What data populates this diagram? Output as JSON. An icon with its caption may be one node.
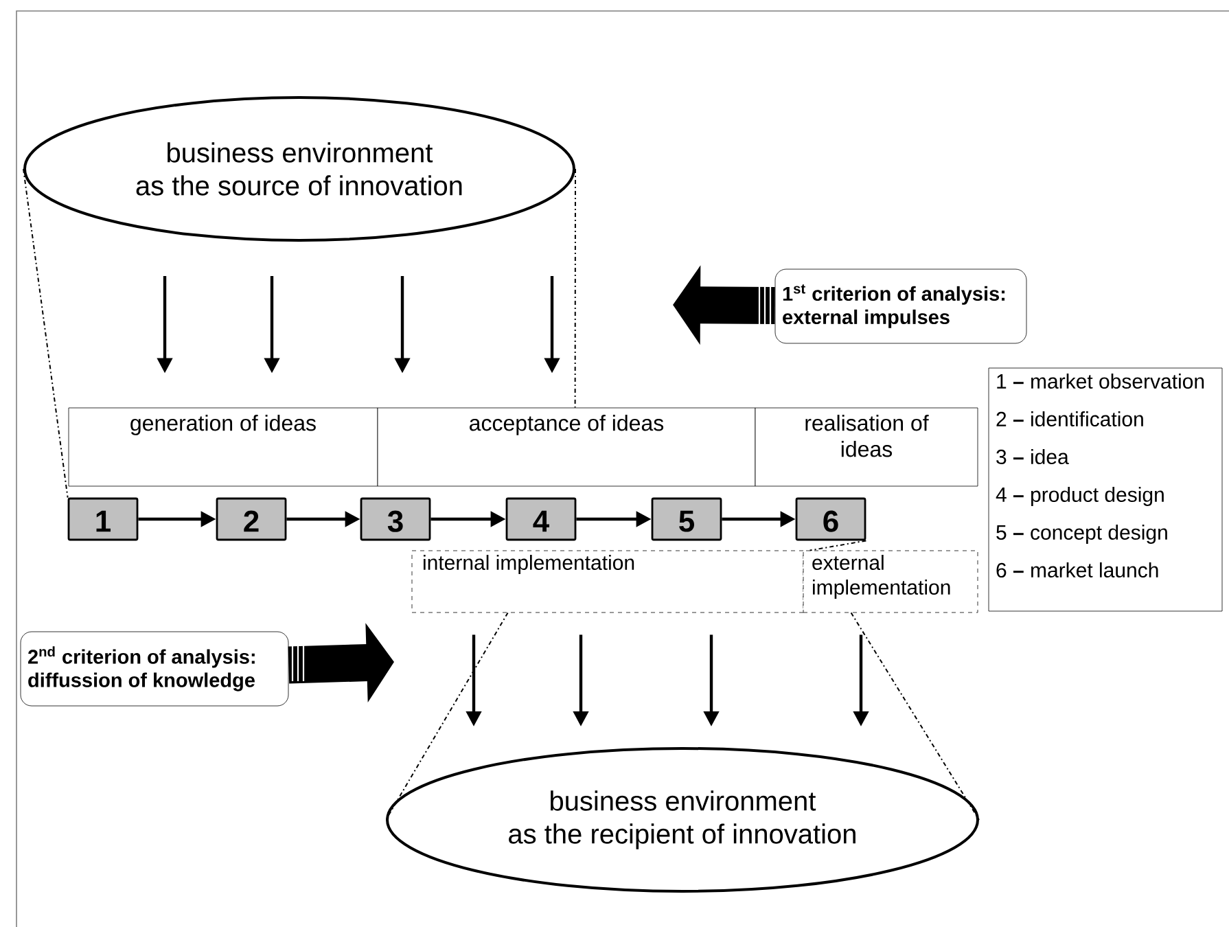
{
  "diagram": {
    "nodes": [
      {
        "text": [
          "business environment as the source of innovation"
        ]
      },
      {
        "text": [
          "1$^{st}$ criterion of analysis: external impulses"
        ]
      },
      {
        "text": [
          "generation of ideas"
        ]
      },
      {
        "text": [
          "acceptance of ideas"
        ]
      },
      {
        "text": [
          "realisation of ideas"
        ]
      },
      {
        "text": [
          "1"
        ]
      },
      {
        "text": [
          "2"
        ]
      },
      {
        "text": [
          "3"
        ]
      },
      {
        "text": [
          "4"
        ]
      },
      {
        "text": [
          "5"
        ]
      },
      {
        "text": [
          "6"
        ]
      },
      {
        "text": [
          "internal implementation"
        ]
      },
      {
        "text": [
          "external implementation"
        ]
      },
      {
        "text": [
          "1 **–** market observation",
          "2 **–** identification",
          "3 **–** idea",
          "4 **–** product design",
          "5 **–** concept design",
          "6 **–** market launch"
        ]
      },
      {
        "text": [
          "2$^{nd}$ criterion of analysis: diffussion of knowledge"
        ]
      },
      {
        "text": [
          "business environment as the recipient of innovation"
        ]
      }
    ],
    "edges": [
      {
        "from": 5,
        "to": 6,
        "arrow": "to"
      },
      {
        "from": 6,
        "to": 7,
        "arrow": "to"
      },
      {
        "from": 7,
        "to": 8,
        "arrow": "to"
      },
      {
        "from": 8,
        "to": 9,
        "arrow": "to"
      },
      {
        "from": 9,
        "to": 10,
        "arrow": "to"
      },
      {
        "from": 1,
        "to": null,
        "arrow": "to",
        "style": "thick"
      },
      {
        "from": 0,
        "to": 2,
        "arrow": "to"
      },
      {
        "from": 0,
        "to": 2,
        "arrow": "to"
      },
      {
        "from": 0,
        "to": 3,
        "arrow": "to"
      },
      {
        "from": 0,
        "to": 3,
        "arrow": "to"
      },
      {
        "from": 14,
        "to": null,
        "arrow": "to",
        "style": "thick"
      },
      {
        "from": 11,
        "to": 15,
        "arrow": "to"
      },
      {
        "from": 11,
        "to": 15,
        "arrow": "to"
      },
      {
        "from": 11,
        "to": 15,
        "arrow": "to"
      },
      {
        "from": 12,
        "to": 15,
        "arrow": "to"
      },
      {
        "from": 0,
        "to": 5,
        "arrow": "none",
        "style": "dashed"
      },
      {
        "from": 0,
        "to": 3,
        "arrow": "none",
        "style": "dashed"
      },
      {
        "from": 10,
        "to": 12,
        "arrow": "none",
        "style": "dashed"
      },
      {
        "from": 11,
        "to": 15,
        "arrow": "none",
        "style": "dashed"
      },
      {
        "from": 12,
        "to": 15,
        "arrow": "none",
        "style": "dashed"
      }
    ]
  }
}
